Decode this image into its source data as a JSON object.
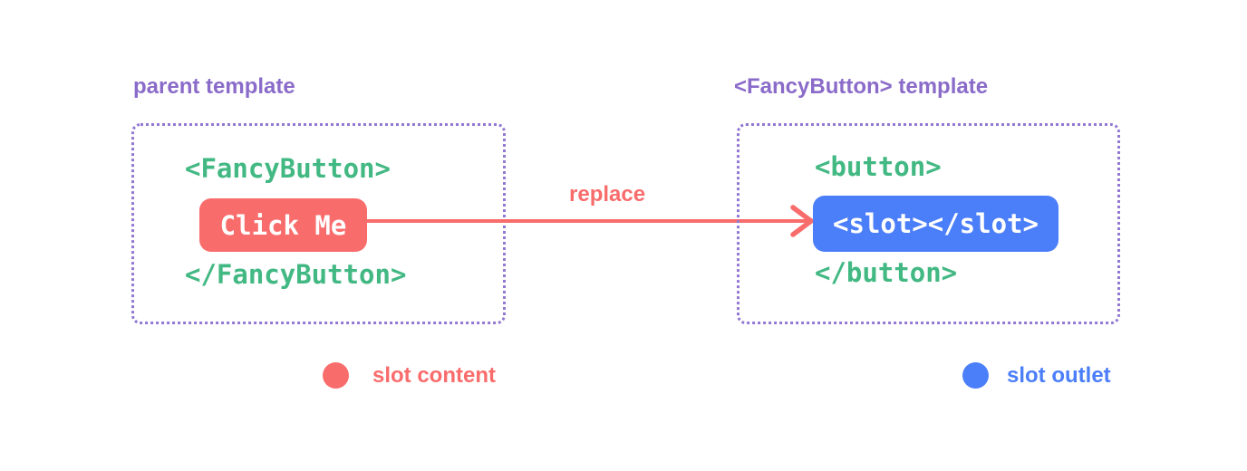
{
  "left_panel": {
    "title": "parent template",
    "open_tag": "<FancyButton>",
    "button_label": "Click Me",
    "close_tag": "</FancyButton>"
  },
  "arrow": {
    "label": "replace"
  },
  "right_panel": {
    "title": "<FancyButton> template",
    "open_tag": "<button>",
    "slot_code": "<slot></slot>",
    "close_tag": "</button>"
  },
  "legend": {
    "items": [
      {
        "label": "slot content",
        "color": "#f96c6c"
      },
      {
        "label": "slot outlet",
        "color": "#4b7ef9"
      }
    ]
  },
  "colors": {
    "purple_text": "#8a6bc9",
    "purple_border": "#9278d2",
    "green_code": "#42b883",
    "red_accent": "#f96c6c",
    "blue_accent": "#4b7ef9",
    "background": "#ffffff"
  }
}
